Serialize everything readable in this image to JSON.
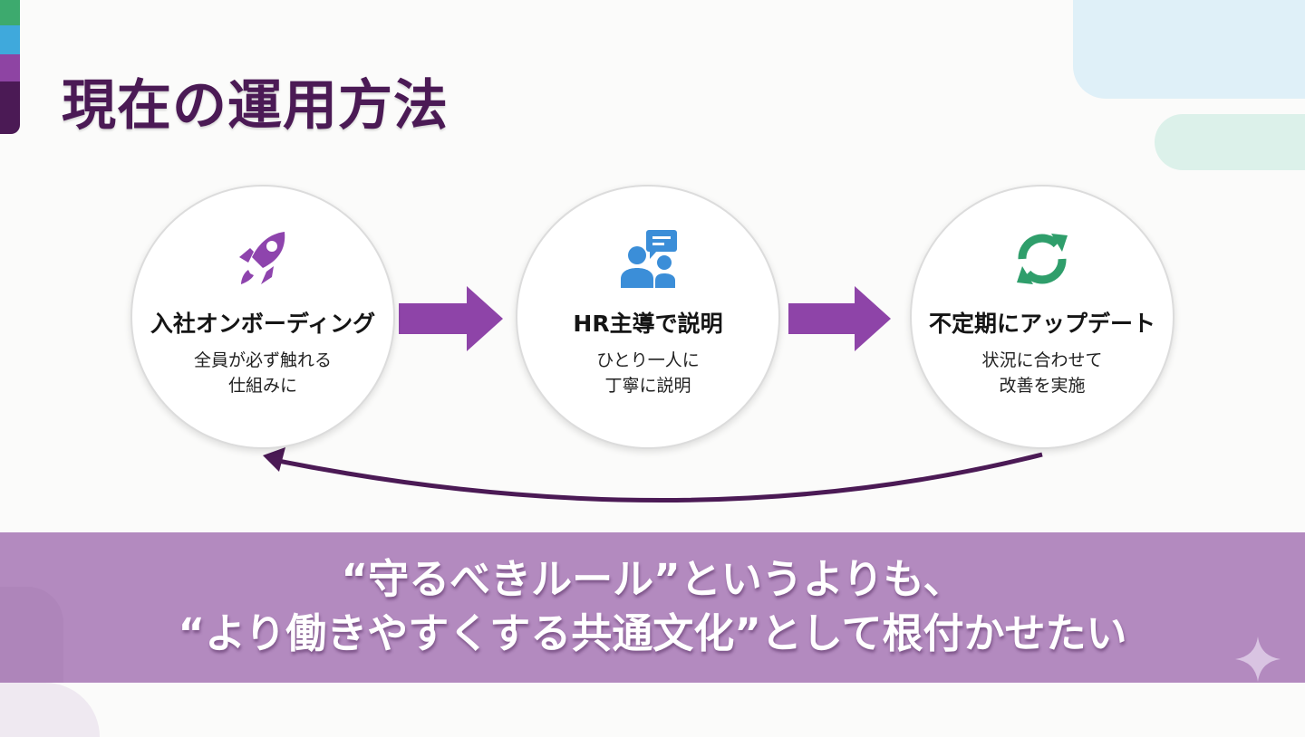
{
  "title": "現在の運用方法",
  "colors": {
    "accent_bar": [
      "#3daa6e",
      "#3fa9dc",
      "#8e44a3",
      "#4b1a55"
    ],
    "title": "#4b1a55",
    "arrow": "#8e44a8",
    "return_arrow": "#4b1a55",
    "banner": "#b38abf"
  },
  "steps": [
    {
      "icon": "rocket-icon",
      "icon_color": "#8e44ad",
      "title": "入社オンボーディング",
      "description": "全員が必ず触れる\n仕組みに"
    },
    {
      "icon": "people-chat-icon",
      "icon_color": "#3b8ed8",
      "title": "HR主導で説明",
      "description": "ひとり一人に\n丁寧に説明"
    },
    {
      "icon": "refresh-icon",
      "icon_color": "#2f9e6b",
      "title": "不定期にアップデート",
      "description": "状況に合わせて\n改善を実施"
    }
  ],
  "banner": {
    "line1": "“守るべきルール”というよりも、",
    "line2": "“より働きやすくする共通文化”として根付かせたい"
  }
}
